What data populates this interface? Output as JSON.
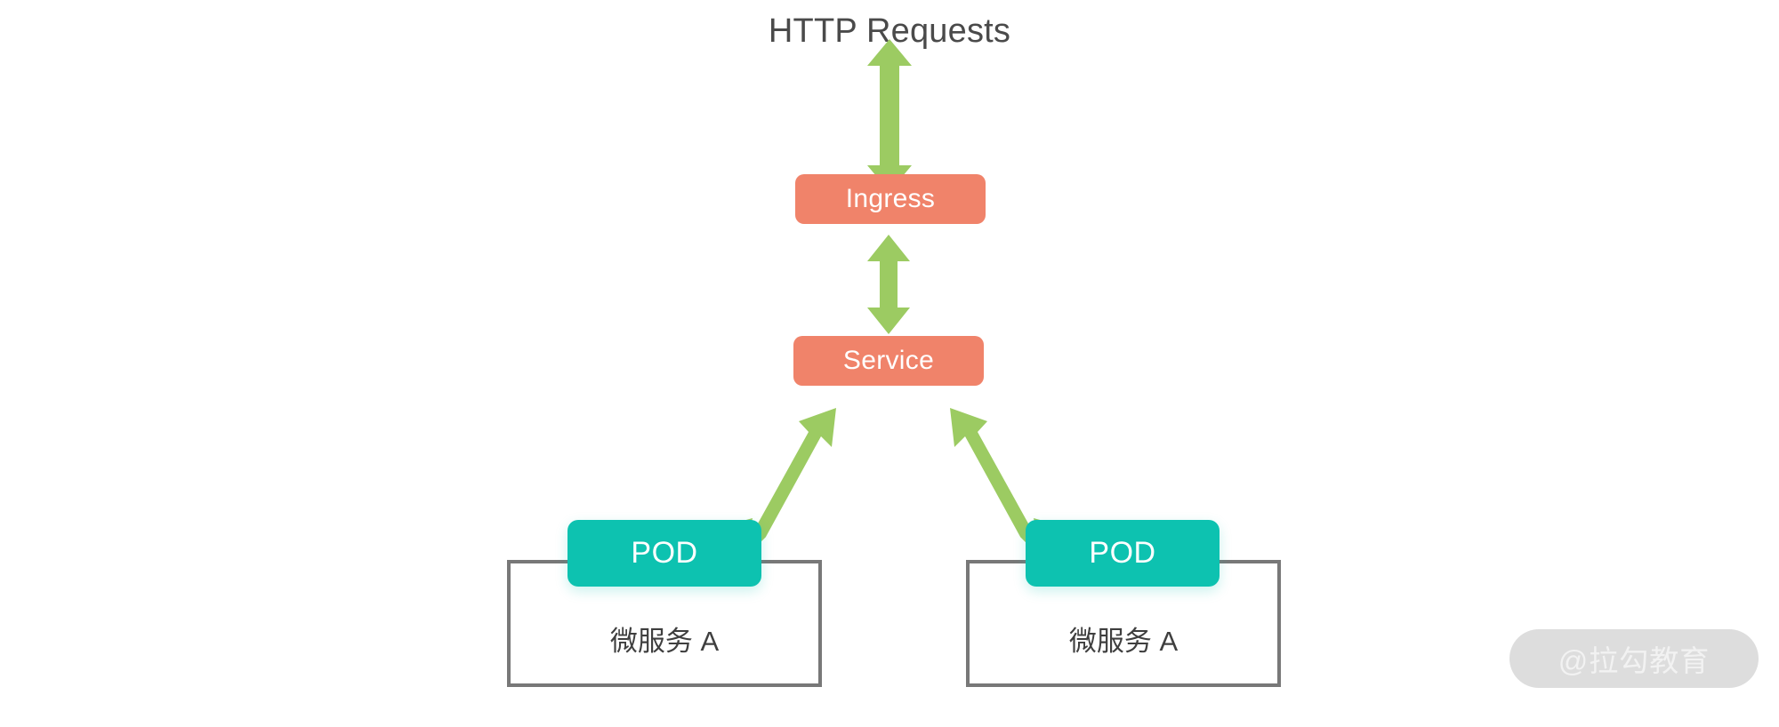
{
  "diagram": {
    "title": "HTTP Requests",
    "background_color": "#ffffff",
    "palette": {
      "coral": "#f0836a",
      "teal": "#0dc2b0",
      "arrow_green": "#9ccb62",
      "outline_gray": "#787878",
      "title_text": "#4a4a4a",
      "watermark_pill": "#dddddd",
      "watermark_text": "#f2f2f2"
    },
    "nodes": {
      "ingress": {
        "label": "Ingress"
      },
      "service": {
        "label": "Service"
      },
      "pods": [
        {
          "label": "POD"
        },
        {
          "label": "POD"
        }
      ],
      "microservices": [
        {
          "label": "微服务 A"
        },
        {
          "label": "微服务 A"
        }
      ]
    },
    "connectors": [
      {
        "name": "http-to-ingress",
        "from": "HTTP Requests",
        "to": "Ingress",
        "direction": "bidirectional",
        "orientation": "vertical"
      },
      {
        "name": "ingress-to-service",
        "from": "Ingress",
        "to": "Service",
        "direction": "bidirectional",
        "orientation": "vertical"
      },
      {
        "name": "service-to-pod-left",
        "from": "Service",
        "to": "POD",
        "direction": "bidirectional",
        "orientation": "diagonal"
      },
      {
        "name": "service-to-pod-right",
        "from": "Service",
        "to": "POD",
        "direction": "bidirectional",
        "orientation": "diagonal"
      }
    ],
    "watermark": {
      "text": "@拉勾教育"
    }
  }
}
